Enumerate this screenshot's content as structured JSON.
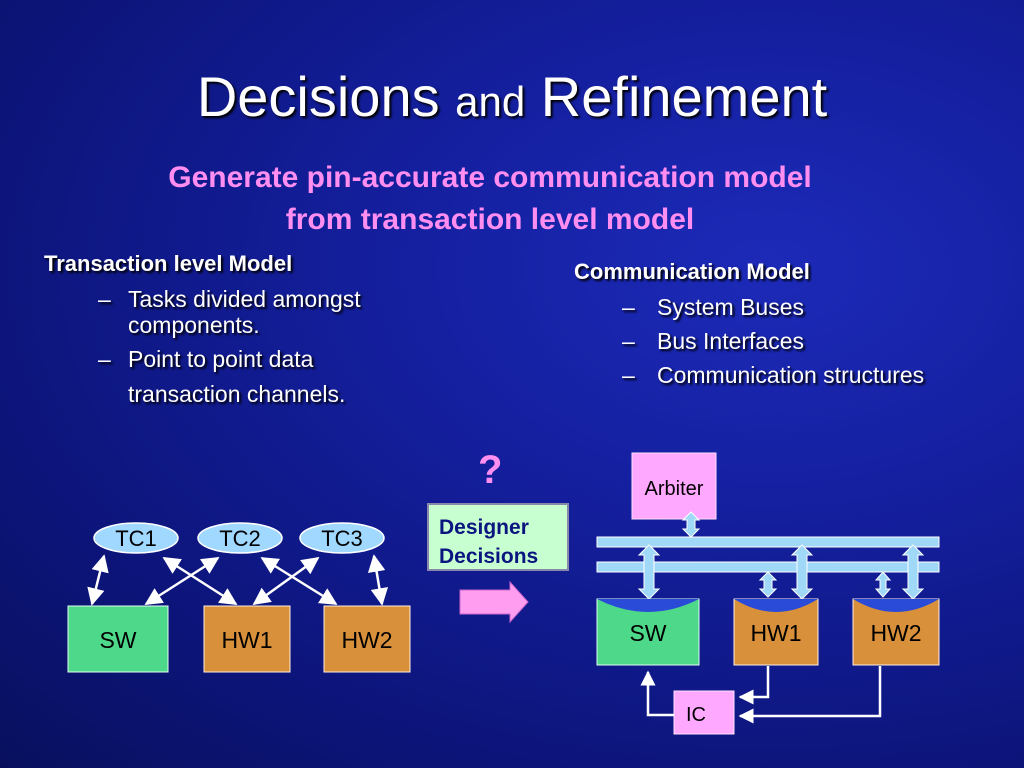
{
  "slide": {
    "title_part1": "Decisions",
    "title_part2": "and",
    "title_part3": "Refinement",
    "subtitle_line1": "Generate pin-accurate communication model",
    "subtitle_line2": "from transaction level model"
  },
  "left_list": {
    "heading": "Transaction level Model",
    "items": [
      {
        "dash": "–",
        "line1": "Tasks divided amongst",
        "line2": "components."
      },
      {
        "dash": "–",
        "line1": "Point to point data",
        "line2": "transaction channels."
      }
    ]
  },
  "right_list": {
    "heading": "Communication Model",
    "items": [
      {
        "dash": "–",
        "text": "System Buses"
      },
      {
        "dash": "–",
        "text": "Bus Interfaces"
      },
      {
        "dash": "–",
        "text": "Communication structures"
      }
    ]
  },
  "tlm_diagram": {
    "channels": [
      "TC1",
      "TC2",
      "TC3"
    ],
    "components": [
      "SW",
      "HW1",
      "HW2"
    ]
  },
  "transition": {
    "question_mark": "?",
    "decision_line1": "Designer",
    "decision_line2": "Decisions"
  },
  "comm_diagram": {
    "arbiter": "Arbiter",
    "components": [
      "SW",
      "HW1",
      "HW2"
    ],
    "ic": "IC"
  },
  "colors": {
    "background": "#141f9e",
    "subtitle": "#ff8ef0",
    "tc_ellipse": "#a0d8ff",
    "sw_box": "#4ed88a",
    "hw_box": "#d8903a",
    "arbiter_box": "#ffa8ff",
    "bus": "#a0d8f8",
    "decision_box": "#c8ffd0"
  }
}
